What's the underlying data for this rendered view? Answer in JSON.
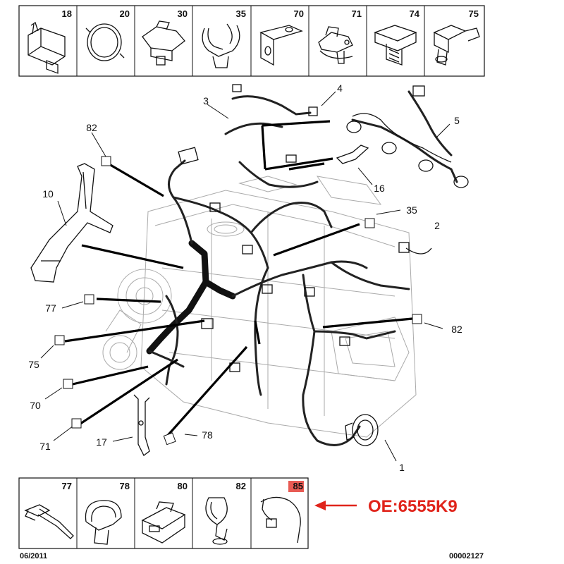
{
  "top_parts": [
    "18",
    "20",
    "30",
    "35",
    "70",
    "71",
    "74",
    "75"
  ],
  "bottom_parts": [
    "77",
    "78",
    "80",
    "82",
    "85"
  ],
  "callouts": {
    "c1": "1",
    "c2": "2",
    "c3": "3",
    "c4": "4",
    "c5": "5",
    "c10": "10",
    "c16": "16",
    "c17": "17",
    "c35": "35",
    "c70": "70",
    "c71": "71",
    "c75": "75",
    "c77": "77",
    "c78": "78",
    "c82a": "82",
    "c82b": "82"
  },
  "oe_label": "OE:6555K9",
  "footer_date": "06/2011",
  "footer_code": "00002127",
  "colors": {
    "highlight": "#e0241b",
    "ink": "#111111"
  }
}
